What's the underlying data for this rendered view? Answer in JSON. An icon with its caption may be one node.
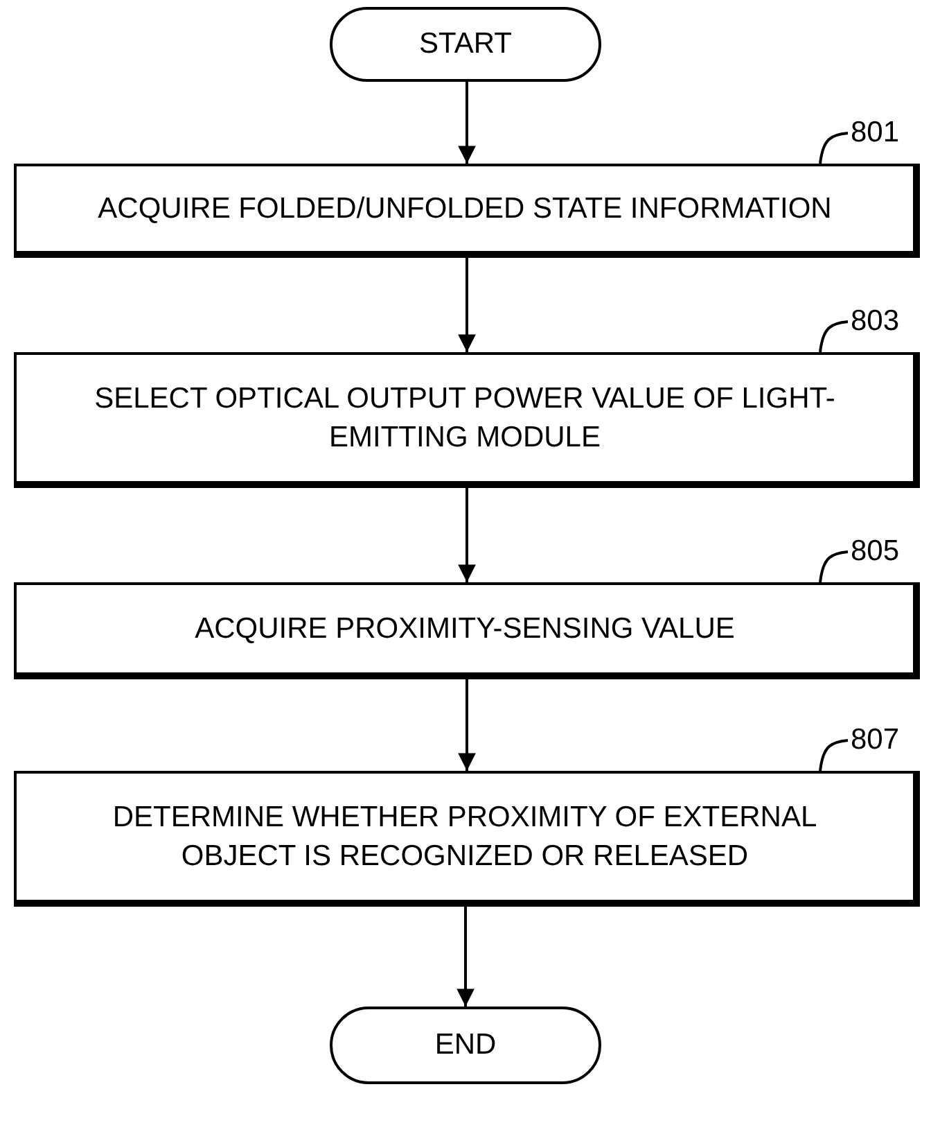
{
  "diagram": {
    "nodes": [
      {
        "text": [
          "START"
        ]
      },
      {
        "text": [
          "801"
        ]
      },
      {
        "text": [
          "ACQUIRE FOLDED/UNFOLDED STATE INFORMATION"
        ]
      },
      {
        "text": [
          "803"
        ]
      },
      {
        "text": [
          "SELECT OPTICAL OUTPUT POWER VALUE OF LIGHT-EMITTING MODULE"
        ]
      },
      {
        "text": [
          "805"
        ]
      },
      {
        "text": [
          "ACQUIRE PROXIMITY-SENSING VALUE"
        ]
      },
      {
        "text": [
          "807"
        ]
      },
      {
        "text": [
          "DETERMINE WHETHER PROXIMITY OF EXTERNAL OBJECT IS RECOGNIZED OR RELEASED"
        ]
      },
      {
        "text": [
          "END"
        ]
      }
    ],
    "edges": [
      {
        "from": 0,
        "to": 2,
        "arrow": "to"
      },
      {
        "from": 2,
        "to": 4,
        "arrow": "to"
      },
      {
        "from": 4,
        "to": 6,
        "arrow": "to"
      },
      {
        "from": 6,
        "to": 8,
        "arrow": "to"
      },
      {
        "from": 8,
        "to": 9,
        "arrow": "to"
      },
      {
        "from": 1,
        "to": 2,
        "arrow": "none"
      },
      {
        "from": 3,
        "to": 4,
        "arrow": "none"
      },
      {
        "from": 5,
        "to": 6,
        "arrow": "none"
      },
      {
        "from": 7,
        "to": 8,
        "arrow": "none"
      }
    ]
  }
}
